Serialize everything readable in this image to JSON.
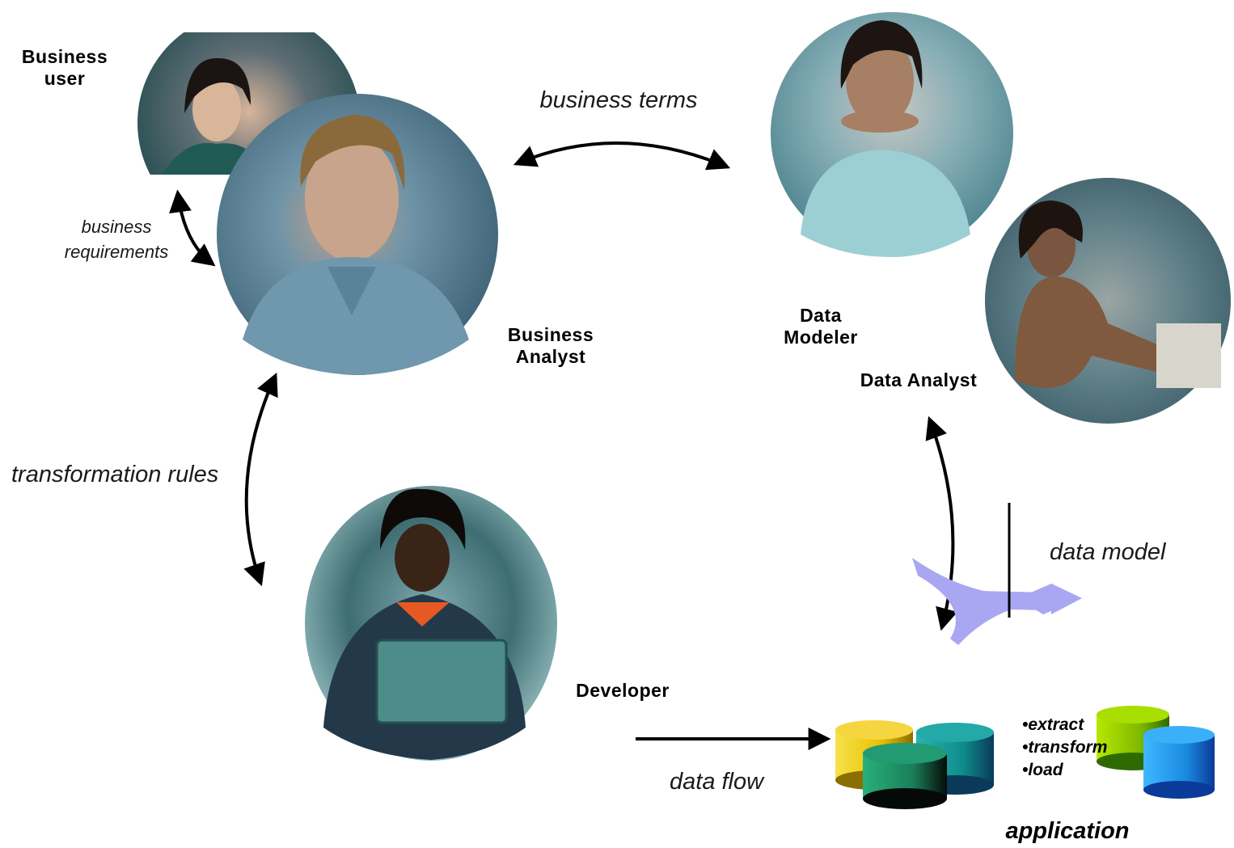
{
  "roles": {
    "business_user": [
      "Business",
      "user"
    ],
    "business_analyst": [
      "Business",
      "Analyst"
    ],
    "data_modeler": [
      "Data",
      "Modeler"
    ],
    "data_analyst": "Data Analyst",
    "developer": "Developer"
  },
  "relations": {
    "business_terms": "business terms",
    "business_requirements": [
      "business",
      "requirements"
    ],
    "transformation_rules": "transformation rules",
    "data_model": "data model",
    "data_flow": "data flow"
  },
  "etl_steps": [
    "•extract",
    "•transform",
    "•load"
  ],
  "application_label": "application",
  "colors": {
    "arrow": "#000000",
    "flow_arrow": "#a9a6f2",
    "db_yellow": "#e8c000",
    "db_teal": "#0f8c8c",
    "db_green": "#2e9c6e",
    "db_lime": "#8ac400",
    "db_blue": "#1a8ae0"
  }
}
